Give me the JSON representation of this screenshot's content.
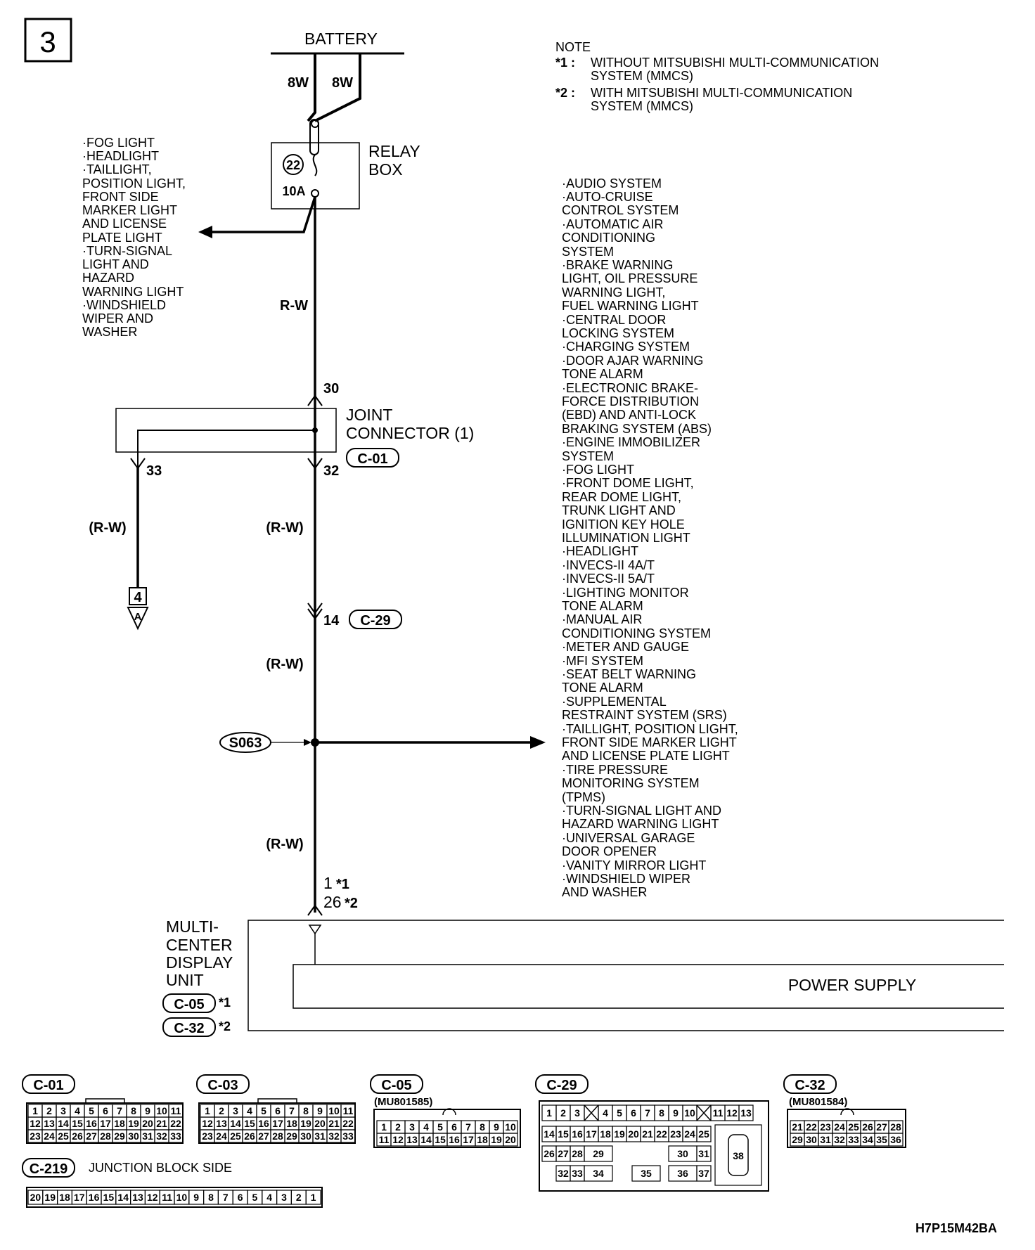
{
  "page_number": "3",
  "battery_label": "BATTERY",
  "battery_wires": [
    "8W",
    "8W"
  ],
  "notes": {
    "heading": "NOTE",
    "items": [
      {
        "mark": "*1 :",
        "lines": [
          "WITHOUT MITSUBISHI MULTI-COMMUNICATION",
          "SYSTEM (MMCS)"
        ]
      },
      {
        "mark": "*2 :",
        "lines": [
          "WITH MITSUBISHI MULTI-COMMUNICATION",
          "SYSTEM (MMCS)"
        ]
      }
    ]
  },
  "relay_box": {
    "lines": [
      "RELAY",
      "BOX"
    ],
    "fuse_number": "22",
    "fuse_rating": "10A"
  },
  "left_systems": [
    "·FOG LIGHT",
    "·HEADLIGHT",
    "·TAILLIGHT,",
    " POSITION LIGHT,",
    " FRONT SIDE",
    " MARKER LIGHT",
    " AND LICENSE",
    " PLATE LIGHT",
    "·TURN-SIGNAL",
    " LIGHT AND",
    " HAZARD",
    " WARNING LIGHT",
    "·WINDSHIELD",
    " WIPER AND",
    " WASHER"
  ],
  "right_systems": [
    "·AUDIO SYSTEM",
    "·AUTO-CRUISE",
    " CONTROL SYSTEM",
    "·AUTOMATIC AIR",
    " CONDITIONING",
    " SYSTEM",
    "·BRAKE WARNING",
    " LIGHT, OIL PRESSURE",
    " WARNING LIGHT,",
    " FUEL WARNING LIGHT",
    "·CENTRAL DOOR",
    " LOCKING SYSTEM",
    "·CHARGING SYSTEM",
    "·DOOR AJAR WARNING",
    " TONE ALARM",
    "·ELECTRONIC BRAKE-",
    " FORCE DISTRIBUTION",
    " (EBD) AND ANTI-LOCK",
    " BRAKING SYSTEM (ABS)",
    "·ENGINE IMMOBILIZER",
    " SYSTEM",
    "·FOG LIGHT",
    "·FRONT DOME LIGHT,",
    " REAR DOME LIGHT,",
    " TRUNK LIGHT AND",
    " IGNITION KEY HOLE",
    " ILLUMINATION LIGHT",
    "·HEADLIGHT",
    "·INVECS-II 4A/T",
    "·INVECS-II 5A/T",
    "·LIGHTING MONITOR",
    " TONE ALARM",
    "·MANUAL AIR",
    " CONDITIONING SYSTEM",
    "·METER AND GAUGE",
    "·MFI SYSTEM",
    "·SEAT BELT WARNING",
    " TONE ALARM",
    "·SUPPLEMENTAL",
    " RESTRAINT SYSTEM (SRS)",
    "·TAILLIGHT, POSITION LIGHT,",
    " FRONT SIDE MARKER LIGHT",
    " AND LICENSE PLATE LIGHT",
    "·TIRE PRESSURE",
    " MONITORING SYSTEM",
    " (TPMS)",
    "·TURN-SIGNAL LIGHT AND",
    " HAZARD WARNING LIGHT",
    "·UNIVERSAL GARAGE",
    " DOOR OPENER",
    "·VANITY MIRROR LIGHT",
    "·WINDSHIELD WIPER",
    " AND WASHER"
  ],
  "wires": {
    "main": "R-W",
    "paren": "(R-W)"
  },
  "joint_connector": {
    "lines": [
      "JOINT",
      "CONNECTOR (1)"
    ],
    "connector": "C-01",
    "pin_in": "30",
    "pin_out_main": "32",
    "pin_out_branch": "33"
  },
  "branch_ref": {
    "page": "4",
    "letter": "A"
  },
  "connector_c29": {
    "id": "C-29",
    "pin": "14"
  },
  "splice": "S063",
  "mcdu": {
    "lines": [
      "MULTI-",
      "CENTER",
      "DISPLAY",
      "UNIT"
    ],
    "pin1": "1",
    "mark1": "*1",
    "pin2": "26",
    "mark2": "*2",
    "connectors": [
      {
        "id": "C-05",
        "mark": "*1"
      },
      {
        "id": "C-32",
        "mark": "*2"
      }
    ],
    "power_label": "POWER SUPPLY"
  },
  "connector_views": {
    "c01": {
      "id": "C-01",
      "row1": [
        "1",
        "2",
        "3",
        "4",
        "5",
        "6",
        "7",
        "8",
        "9",
        "10",
        "11"
      ],
      "row2": [
        "12",
        "13",
        "14",
        "15",
        "16",
        "17",
        "18",
        "19",
        "20",
        "21",
        "22"
      ],
      "row3": [
        "23",
        "24",
        "25",
        "26",
        "27",
        "28",
        "29",
        "30",
        "31",
        "32",
        "33"
      ]
    },
    "c03": {
      "id": "C-03",
      "row1": [
        "1",
        "2",
        "3",
        "4",
        "5",
        "6",
        "7",
        "8",
        "9",
        "10",
        "11"
      ],
      "row2": [
        "12",
        "13",
        "14",
        "15",
        "16",
        "17",
        "18",
        "19",
        "20",
        "21",
        "22"
      ],
      "row3": [
        "23",
        "24",
        "25",
        "26",
        "27",
        "28",
        "29",
        "30",
        "31",
        "32",
        "33"
      ]
    },
    "c05": {
      "id": "C-05",
      "part": "(MU801585)",
      "row1": [
        "1",
        "2",
        "3",
        "4",
        "5",
        "6",
        "7",
        "8",
        "9",
        "10"
      ],
      "row2": [
        "11",
        "12",
        "13",
        "14",
        "15",
        "16",
        "17",
        "18",
        "19",
        "20"
      ]
    },
    "c29": {
      "id": "C-29",
      "r1a": [
        "1",
        "2",
        "3"
      ],
      "r1b": [
        "4",
        "5",
        "6",
        "7",
        "8",
        "9",
        "10"
      ],
      "r1c": [
        "11",
        "12",
        "13"
      ],
      "r2": [
        "14",
        "15",
        "16",
        "17",
        "18",
        "19",
        "20",
        "21",
        "22",
        "23",
        "24",
        "25"
      ],
      "r3a": [
        "26",
        "27",
        "28"
      ],
      "p29": "29",
      "p30": "30",
      "p31": "31",
      "r4a": [
        "32",
        "33"
      ],
      "p34": "34",
      "p35": "35",
      "p36": "36",
      "p37": "37",
      "p38": "38"
    },
    "c32": {
      "id": "C-32",
      "part": "(MU801584)",
      "row1": [
        "21",
        "22",
        "23",
        "24",
        "25",
        "26",
        "27",
        "28"
      ],
      "row2": [
        "29",
        "30",
        "31",
        "32",
        "33",
        "34",
        "35",
        "36"
      ]
    },
    "c219": {
      "id": "C-219",
      "label": "JUNCTION BLOCK SIDE",
      "pins": [
        "20",
        "19",
        "18",
        "17",
        "16",
        "15",
        "14",
        "13",
        "12",
        "11",
        "10",
        "9",
        "8",
        "7",
        "6",
        "5",
        "4",
        "3",
        "2",
        "1"
      ]
    }
  },
  "figure_code": "H7P15M42BA"
}
